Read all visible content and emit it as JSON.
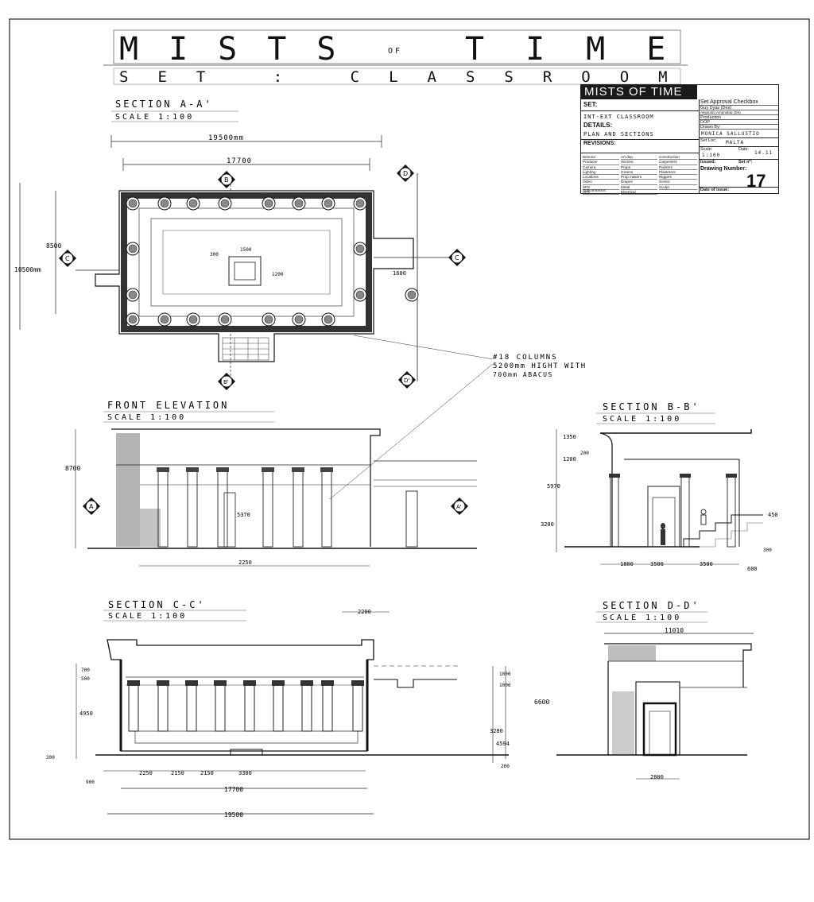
{
  "header": {
    "title_main": "MISTS",
    "title_of": "OF",
    "title_time": "TIME",
    "subtitle": "SET : CLASSROOM"
  },
  "title_block": {
    "banner": "MISTS OF TIME",
    "set_label": "SET:",
    "set_value": "INT-EXT CLASSROOM",
    "details_label": "DETAILS:",
    "details_value": "PLAN AND SECTIONS",
    "revisions_label": "REVISIONS:",
    "checkbox_title": "Set Approval Checkbox",
    "approvals": [
      "Guy Dyas (Des)",
      "Alejandro Amenabar (Dir)",
      "Production",
      "DOP"
    ],
    "drawn_by_label": "Drawn By:",
    "drawn_by_value": "MONICA SALLUSTIO",
    "set_loc_label": "Set Loc:",
    "set_loc_value": "MALTA",
    "scale_label": "Scale:",
    "scale_value": "1:100",
    "date_label": "Date:",
    "date_value": "14.11",
    "issued_label": "Issued:",
    "set_no_label": "Set nº:",
    "drawing_number_label": "Drawing Number:",
    "drawing_number": "17",
    "date_of_issue_label": "Date of issue:",
    "subcontractor_label": "Subcontractor:",
    "crew_col1": [
      "Director",
      "Producer",
      "Camera",
      "Lighting",
      "Locations",
      "Video",
      "SPX",
      "VFX"
    ],
    "crew_col2": [
      "Art dep.",
      "Set Dec",
      "Props",
      "Greens",
      "Prop makers",
      "Drapes",
      "Metal",
      "Electrical"
    ],
    "crew_col3": [
      "Construction",
      "Carpenters",
      "Painters",
      "Plasterers",
      "Riggers",
      "Scenic",
      "Sculpt"
    ]
  },
  "views": {
    "section_aa": {
      "title": "SECTION A-A'",
      "scale": "SCALE 1:100"
    },
    "front_elevation": {
      "title": "FRONT ELEVATION",
      "scale": "SCALE 1:100"
    },
    "section_bb": {
      "title": "SECTION B-B'",
      "scale": "SCALE 1:100"
    },
    "section_cc": {
      "title": "SECTION C-C'",
      "scale": "SCALE 1:100"
    },
    "section_dd": {
      "title": "SECTION D-D'",
      "scale": "SCALE 1:100"
    }
  },
  "markers": {
    "a": "A",
    "a_prime": "A'",
    "b": "B",
    "b_prime": "B'",
    "c": "C",
    "c_prime": "C",
    "d": "D",
    "d_prime": "D'"
  },
  "note": {
    "line1": "#18 COLUMNS",
    "line2": "5200mm HIGHT WITH",
    "line3": "700mm ABACUS"
  },
  "dimensions": {
    "plan_overall": "19500mm",
    "plan_inner": "17700",
    "plan_left_height": "10500mm",
    "plan_left_inner": "8500",
    "plan_center_a": "300",
    "plan_center_b": "1500",
    "plan_center_c": "1200",
    "plan_right": "1600",
    "fe_height": "8700",
    "fe_door": "5370",
    "fe_width": "2250",
    "bb_1": "1350",
    "bb_2": "200",
    "bb_3": "1200",
    "bb_4": "5970",
    "bb_5": "3200",
    "bb_6": "450",
    "bb_7": "300",
    "bb_w1": "1800",
    "bb_w2": "3500",
    "bb_w3": "3500",
    "bb_w4": "600",
    "cc_top": "2200",
    "cc_l1": "700",
    "cc_l2": "500",
    "cc_l3": "4950",
    "cc_l4": "300",
    "cc_r1": "1000",
    "cc_r2": "1006",
    "cc_r3": "3280",
    "cc_r4": "200",
    "cc_b1": "900",
    "cc_b2": "2250",
    "cc_b3": "2150",
    "cc_b4": "2150",
    "cc_b5": "3300",
    "cc_inner": "17700",
    "cc_overall": "19500",
    "dd_top": "11010",
    "dd_height": "6600",
    "dd_lower": "4594",
    "dd_width": "2800"
  },
  "colors": {
    "ink": "#111111",
    "hatch": "#444444",
    "banner": "#1a1a1a"
  }
}
